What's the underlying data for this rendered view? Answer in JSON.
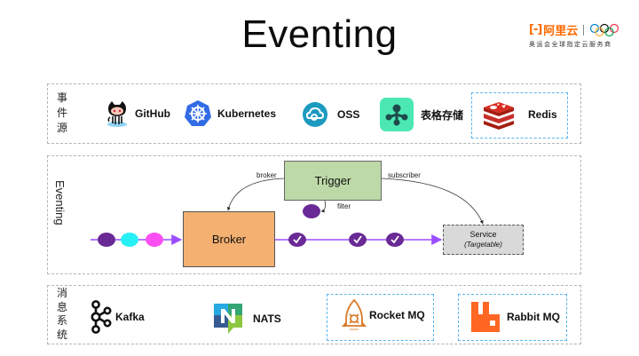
{
  "title": "Eventing",
  "brand": {
    "logo_mark": "[-]",
    "name": "阿里云",
    "olympic_icon": "olympic-rings-icon",
    "tagline": "奥运会全球指定云服务商"
  },
  "colors": {
    "broker": "#f4b071",
    "trigger": "#bdd9a8",
    "service": "#d9d9d9",
    "flow_line": "#9b4dff",
    "event_purple": "#6a2a96",
    "event_cyan": "#27f0f5",
    "event_magenta": "#fb4ff2",
    "highlight_border": "#5ab4f0"
  },
  "sections": {
    "sources": {
      "label": [
        "事",
        "件",
        "源"
      ],
      "items": [
        {
          "name": "GitHub",
          "icon": "github-octocat-icon",
          "highlighted": false
        },
        {
          "name": "Kubernetes",
          "icon": "kubernetes-helm-icon",
          "highlighted": false
        },
        {
          "name": "OSS",
          "icon": "oss-cloud-icon",
          "highlighted": false
        },
        {
          "name": "表格存储",
          "icon": "table-store-icon",
          "highlighted": false
        },
        {
          "name": "Redis",
          "icon": "redis-icon",
          "highlighted": true
        }
      ]
    },
    "eventing": {
      "label": "Eventing",
      "broker": "Broker",
      "trigger": "Trigger",
      "service": {
        "name": "Service",
        "subtitle": "(Targetable)"
      },
      "edges": {
        "broker": "broker",
        "subscriber": "subscriber",
        "filter": "filter"
      },
      "incoming_events": [
        "purple",
        "cyan",
        "magenta"
      ],
      "filtered_events": 3
    },
    "messaging": {
      "label": [
        "消",
        "息",
        "系",
        "统"
      ],
      "items": [
        {
          "name": "Kafka",
          "icon": "kafka-icon",
          "highlighted": false
        },
        {
          "name": "NATS",
          "icon": "nats-icon",
          "highlighted": false
        },
        {
          "name": "Rocket MQ",
          "icon": "rocketmq-icon",
          "highlighted": true
        },
        {
          "name": "Rabbit MQ",
          "icon": "rabbitmq-icon",
          "highlighted": true
        }
      ]
    }
  }
}
